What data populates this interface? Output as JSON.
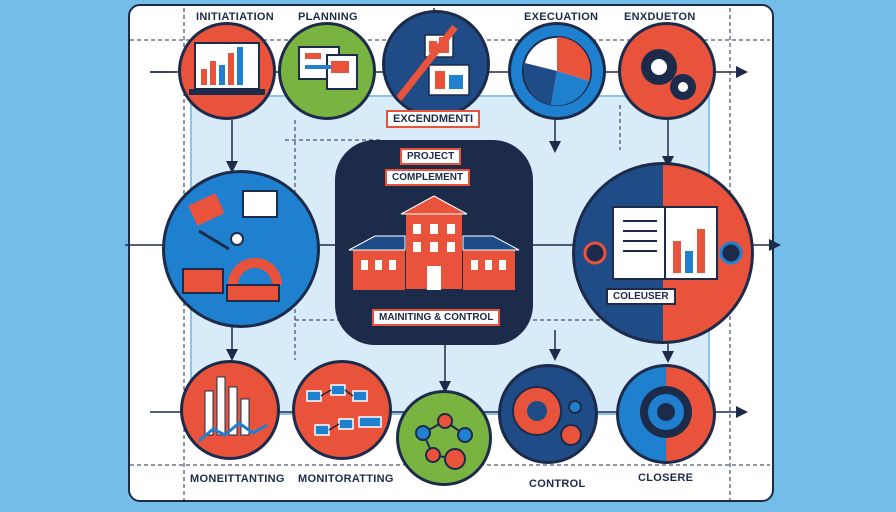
{
  "labels": {
    "initiation": "INITIATIATION",
    "planning": "PLANNING",
    "execution": "EXECUATION",
    "enduetion": "ENXDUETON",
    "excendment": "EXCENDMENTI",
    "project": "PROJECT",
    "complement": "COMPLEMENT",
    "maintaining": "MAINITING & CONTROL",
    "coleuser": "COLEUSER",
    "moneittanting": "MONEITTANTING",
    "monitorating": "MONITORATTING",
    "control": "CONTROL",
    "closere": "CLOSERE"
  },
  "colors": {
    "background": "#74bde8",
    "navy": "#1d2b4a",
    "red": "#e9533b",
    "green": "#79b440",
    "blue": "#1f80cf"
  }
}
